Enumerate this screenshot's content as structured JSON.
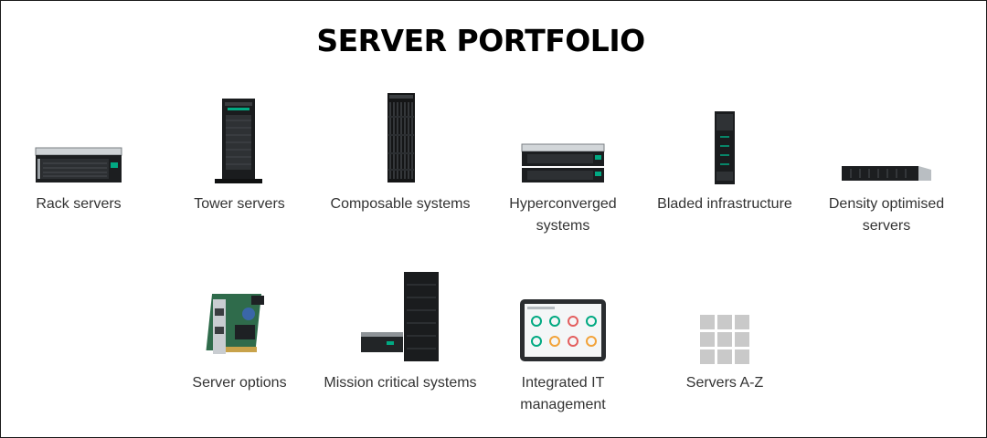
{
  "page": {
    "title": "SERVER PORTFOLIO"
  },
  "portfolio": {
    "rack": "Rack servers",
    "tower": "Tower servers",
    "composable": "Composable systems",
    "hyperconverged": "Hyperconverged systems",
    "bladed": "Bladed infrastructure",
    "density": "Density optimised servers",
    "options": "Server options",
    "mission": "Mission critical systems",
    "integrated": "Integrated IT management",
    "az": "Servers A-Z"
  },
  "icons": {
    "rack": "rack-server-icon",
    "tower": "tower-server-icon",
    "composable": "composable-system-icon",
    "hyperconverged": "hyperconverged-system-icon",
    "bladed": "blade-server-icon",
    "density": "density-server-icon",
    "options": "network-card-icon",
    "mission": "mission-critical-icon",
    "integrated": "tablet-dashboard-icon",
    "az": "grid-icon"
  },
  "colors": {
    "accent": "#01a982",
    "text": "#333333",
    "title": "#000000"
  }
}
